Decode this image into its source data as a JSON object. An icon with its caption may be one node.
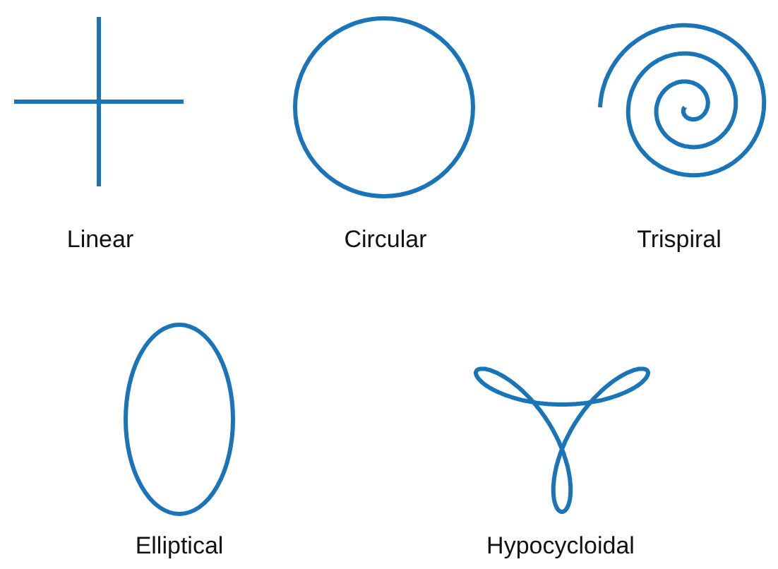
{
  "diagram": {
    "labels": [
      "Linear",
      "Circular",
      "Trispiral",
      "Elliptical",
      "Hypocycloidal"
    ]
  }
}
